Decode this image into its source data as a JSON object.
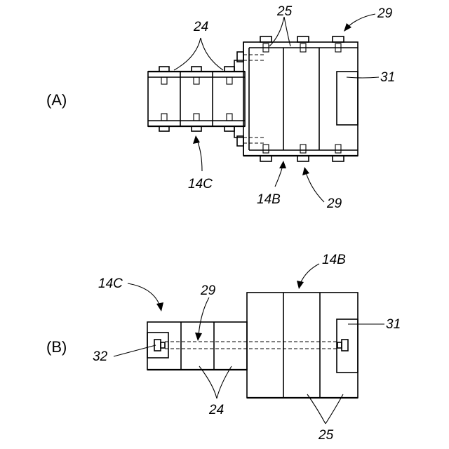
{
  "panels": {
    "a": "(A)",
    "b": "(B)"
  },
  "labels": {
    "a_24": "24",
    "a_25": "25",
    "a_29_top": "29",
    "a_31": "31",
    "a_14c": "14C",
    "a_14b": "14B",
    "a_29_bottom": "29",
    "b_14b": "14B",
    "b_14c": "14C",
    "b_29": "29",
    "b_31": "31",
    "b_32": "32",
    "b_24": "24",
    "b_25": "25"
  }
}
